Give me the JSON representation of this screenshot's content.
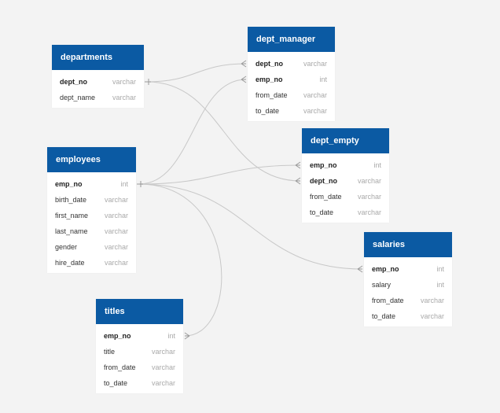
{
  "colors": {
    "header_bg": "#0b5aa3",
    "header_text": "#ffffff",
    "canvas_bg": "#f3f3f3",
    "link_stroke": "#c8c8c8",
    "type_text": "#a9a9a9"
  },
  "tables": [
    {
      "id": "departments",
      "title": "departments",
      "fields": [
        {
          "name": "dept_no",
          "type": "varchar",
          "key": true
        },
        {
          "name": "dept_name",
          "type": "varchar",
          "key": false
        }
      ]
    },
    {
      "id": "dept_manager",
      "title": "dept_manager",
      "fields": [
        {
          "name": "dept_no",
          "type": "varchar",
          "key": true
        },
        {
          "name": "emp_no",
          "type": "int",
          "key": true
        },
        {
          "name": "from_date",
          "type": "varchar",
          "key": false
        },
        {
          "name": "to_date",
          "type": "varchar",
          "key": false
        }
      ]
    },
    {
      "id": "employees",
      "title": "employees",
      "fields": [
        {
          "name": "emp_no",
          "type": "int",
          "key": true
        },
        {
          "name": "birth_date",
          "type": "varchar",
          "key": false
        },
        {
          "name": "first_name",
          "type": "varchar",
          "key": false
        },
        {
          "name": "last_name",
          "type": "varchar",
          "key": false
        },
        {
          "name": "gender",
          "type": "varchar",
          "key": false
        },
        {
          "name": "hire_date",
          "type": "varchar",
          "key": false
        }
      ]
    },
    {
      "id": "dept_empty",
      "title": "dept_empty",
      "fields": [
        {
          "name": "emp_no",
          "type": "int",
          "key": true
        },
        {
          "name": "dept_no",
          "type": "varchar",
          "key": true
        },
        {
          "name": "from_date",
          "type": "varchar",
          "key": false
        },
        {
          "name": "to_date",
          "type": "varchar",
          "key": false
        }
      ]
    },
    {
      "id": "salaries",
      "title": "salaries",
      "fields": [
        {
          "name": "emp_no",
          "type": "int",
          "key": true
        },
        {
          "name": "salary",
          "type": "int",
          "key": false
        },
        {
          "name": "from_date",
          "type": "varchar",
          "key": false
        },
        {
          "name": "to_date",
          "type": "varchar",
          "key": false
        }
      ]
    },
    {
      "id": "titles",
      "title": "titles",
      "fields": [
        {
          "name": "emp_no",
          "type": "int",
          "key": true
        },
        {
          "name": "title",
          "type": "varchar",
          "key": false
        },
        {
          "name": "from_date",
          "type": "varchar",
          "key": false
        },
        {
          "name": "to_date",
          "type": "varchar",
          "key": false
        }
      ]
    }
  ],
  "relationships": [
    {
      "from_table": "departments",
      "from_field": "dept_no",
      "to_table": "dept_manager",
      "to_field": "dept_no"
    },
    {
      "from_table": "departments",
      "from_field": "dept_no",
      "to_table": "dept_empty",
      "to_field": "dept_no"
    },
    {
      "from_table": "employees",
      "from_field": "emp_no",
      "to_table": "dept_manager",
      "to_field": "emp_no"
    },
    {
      "from_table": "employees",
      "from_field": "emp_no",
      "to_table": "dept_empty",
      "to_field": "emp_no"
    },
    {
      "from_table": "employees",
      "from_field": "emp_no",
      "to_table": "salaries",
      "to_field": "emp_no"
    },
    {
      "from_table": "employees",
      "from_field": "emp_no",
      "to_table": "titles",
      "to_field": "emp_no"
    }
  ]
}
